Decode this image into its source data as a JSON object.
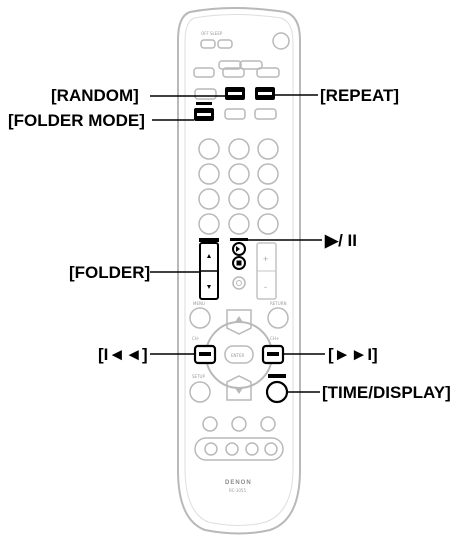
{
  "callouts": {
    "random": "[RANDOM]",
    "repeat": "[REPEAT]",
    "folder_mode": "[FOLDER MODE]",
    "play_pause": "▶/ II",
    "folder": "[FOLDER]",
    "skip_back": "[I◄◄]",
    "skip_forward": "[►►I]",
    "time_display": "[TIME/DISPLAY]"
  },
  "remote": {
    "brand": "DENON",
    "model": "RC-1055"
  },
  "colors": {
    "outline": "#b9b9b9",
    "highlight": "#000000",
    "background": "#ffffff"
  }
}
